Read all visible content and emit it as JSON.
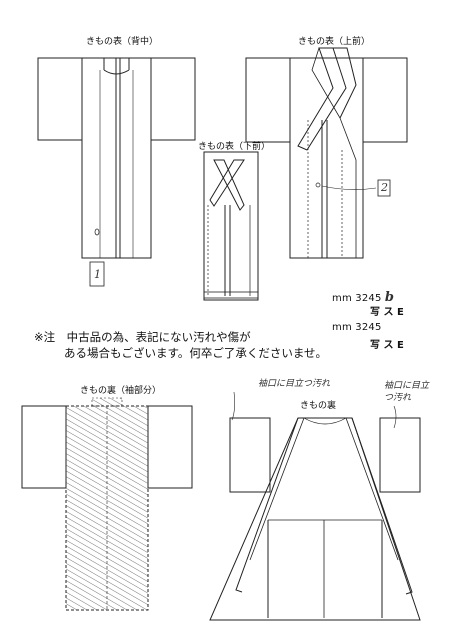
{
  "views": {
    "front_back": {
      "label": "きもの表（背中）"
    },
    "front_upper": {
      "label": "きもの表（上前）"
    },
    "front_under": {
      "label": "きもの表（下前）"
    },
    "back_sleeve": {
      "label": "きもの裏（袖部分）"
    },
    "back_lining": {
      "label": "きもの裏"
    }
  },
  "marks": {
    "mark_1": "1",
    "mark_2": "2"
  },
  "photo_refs": [
    {
      "code": "mm 3245",
      "suffix": "b",
      "label": "写 ス E"
    },
    {
      "code": "mm 3245",
      "suffix": "",
      "label": "写 ス E"
    }
  ],
  "note": {
    "line1": "※注　中古品の為、表記にない汚れや傷が",
    "line2": "ある場合もございます。何卒ご了承くださいませ。"
  },
  "handwritten": {
    "left_sleeve": "袖口に目立つ汚れ",
    "right_sleeve": "袖口に目立つ汚れ"
  }
}
